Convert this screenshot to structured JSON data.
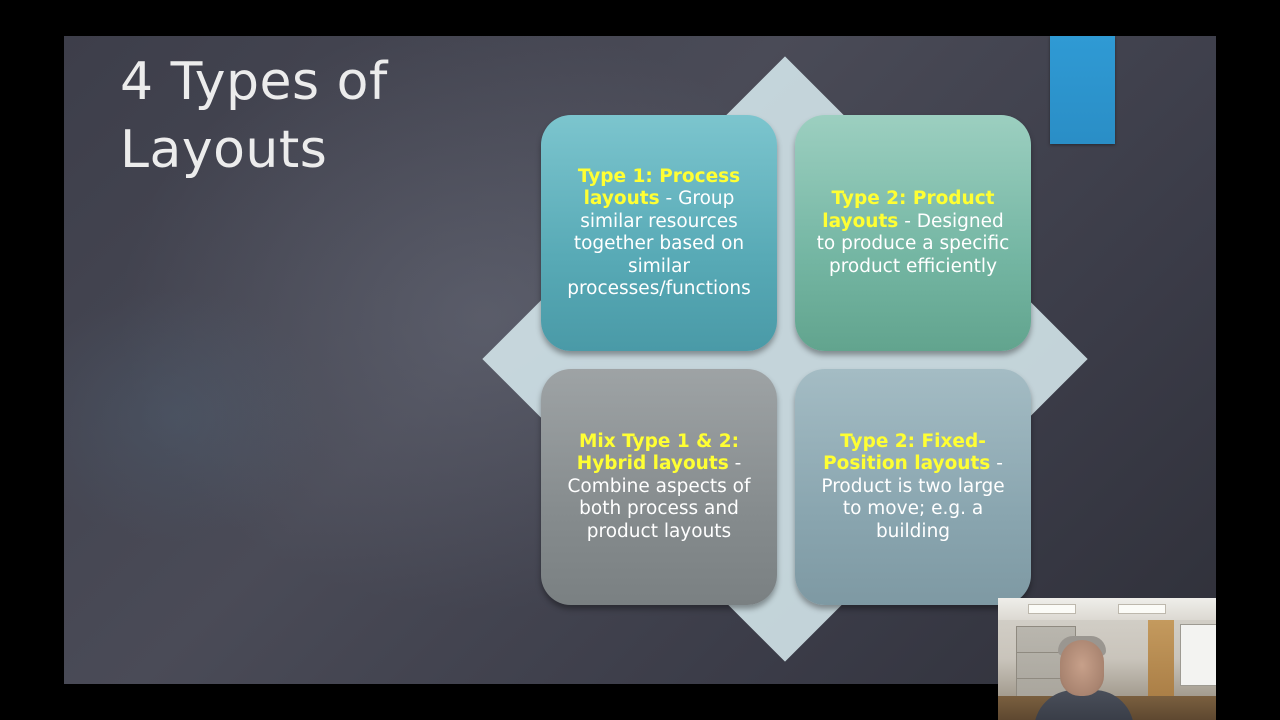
{
  "slide": {
    "title_line1": "4 Types of",
    "title_line2": "Layouts",
    "accent_color": "#2f9ad4",
    "quadrants": {
      "top_left": {
        "heading": "Type 1: Process layouts",
        "body": " - Group similar resources together based on similar processes/functions",
        "color": "#58aab6"
      },
      "top_right": {
        "heading": "Type 2: Product layouts",
        "body": " - Designed to produce a specific product efficiently",
        "color": "#74b6a3"
      },
      "bottom_left": {
        "heading": "Mix Type 1 & 2: Hybrid layouts",
        "body": " - Combine aspects of both process and product layouts",
        "color": "#868c8e"
      },
      "bottom_right": {
        "heading": "Type 2: Fixed-Position layouts",
        "body": " - Product is two large to move; e.g. a building",
        "color": "#8aa6b0"
      }
    },
    "heading_color": "#ffff33",
    "diamond_color": "#cfe1e6"
  }
}
